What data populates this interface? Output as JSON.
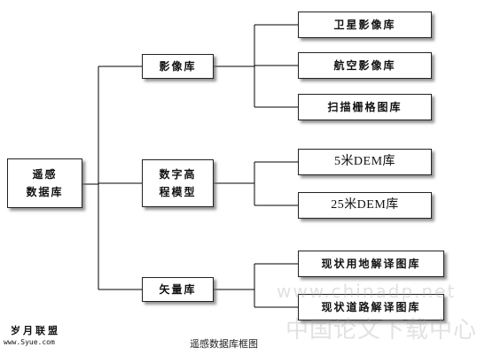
{
  "root": {
    "line1": "遥感",
    "line2": "数据库"
  },
  "groups": [
    {
      "line1": "影像库",
      "children": [
        "卫星影像库",
        "航空影像库",
        "扫描栅格图库"
      ]
    },
    {
      "line1": "数字高",
      "line2": "程模型",
      "children": [
        "5米DEM库",
        "25米DEM库"
      ]
    },
    {
      "line1": "矢量库",
      "children": [
        "现状用地解译图库",
        "现状道路解译图库"
      ]
    }
  ],
  "caption": "遥感数据库框图",
  "logo": {
    "title": "岁月联盟",
    "url": "www.Syue.com"
  },
  "watermark": {
    "url": "www.chinadp.net",
    "text": "中国论文下载中心"
  },
  "colors": {
    "line": "#000000",
    "box_border": "#222222",
    "shadow": "#6e6e6e"
  }
}
